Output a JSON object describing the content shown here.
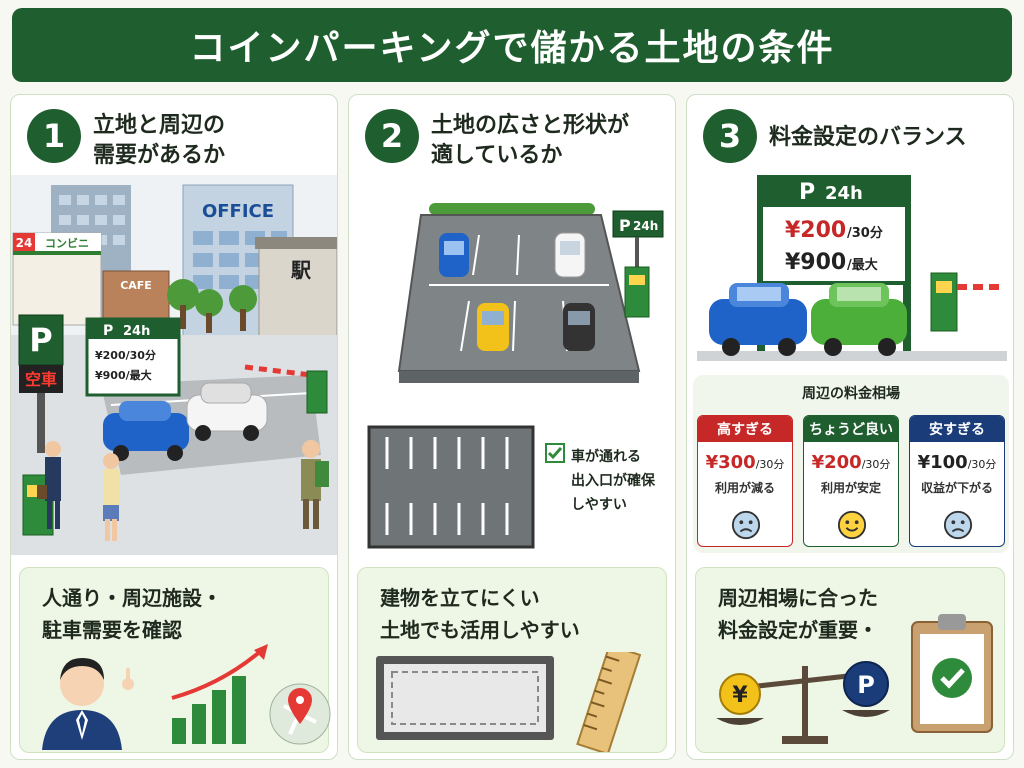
{
  "title": "コインパーキングで儲かる土地の条件",
  "sections": [
    {
      "number": "1",
      "heading_line1": "立地と周辺の",
      "heading_line2": "需要があるか",
      "scene": {
        "convenience_num": "24",
        "convenience_label": "コンビニ",
        "cafe_label": "CAFE",
        "office_label": "OFFICE",
        "station_label": "駅",
        "parking_sign": "P",
        "vacancy_label": "空車",
        "price_board_title": "24h",
        "price_board_line1": "¥200/30分",
        "price_board_line2": "¥900/最大"
      },
      "bottom_line1": "人通り・周辺施設・",
      "bottom_line2": "駐車需要を確認"
    },
    {
      "number": "2",
      "heading_line1": "土地の広さと形状が",
      "heading_line2": "適しているか",
      "scene": {
        "sign_label": "24h"
      },
      "check_line1": "車が通れる",
      "check_line2": "出入口が確保",
      "check_line3": "しやすい",
      "bottom_line1": "建物を立てにくい",
      "bottom_line2": "土地でも活用しやすい"
    },
    {
      "number": "3",
      "heading_line1": "料金設定のバランス",
      "scene": {
        "board_title": "24h",
        "board_price1": "¥200",
        "board_unit1": "/30分",
        "board_price2": "¥900",
        "board_unit2": "/最大"
      },
      "market": {
        "title": "周辺の料金相場",
        "cards": [
          {
            "label": "高すぎる",
            "price": "¥300",
            "unit": "/30分",
            "note": "利用が減る",
            "color": "#c62828",
            "mood": "sad"
          },
          {
            "label": "ちょうど良い",
            "price": "¥200",
            "unit": "/30分",
            "note": "利用が安定",
            "color": "#1f5e2f",
            "mood": "happy"
          },
          {
            "label": "安すぎる",
            "price": "¥100",
            "unit": "/30分",
            "note": "収益が下がる",
            "color": "#1a3d7a",
            "mood": "sad"
          }
        ]
      },
      "bottom_line1": "周辺相場に合った",
      "bottom_line2": "料金設定が重要・",
      "scale_left": "¥",
      "scale_right": "P"
    }
  ],
  "colors": {
    "brand_green": "#1f5e2f",
    "accent_red": "#c62828",
    "accent_blue": "#1a3d7a",
    "car_blue": "#1f63c8",
    "car_green": "#4caf3a",
    "car_yellow": "#f2c21a"
  }
}
